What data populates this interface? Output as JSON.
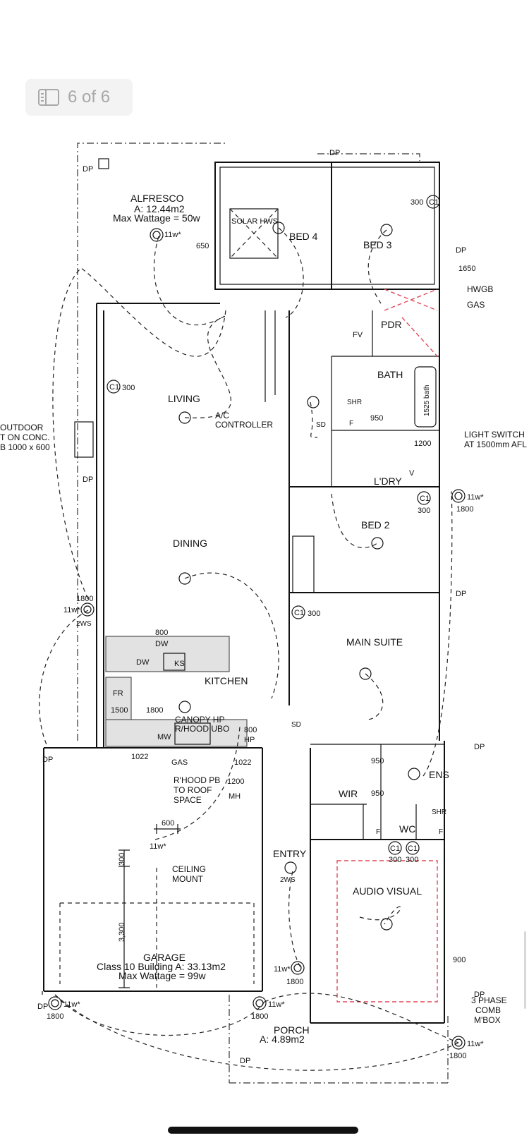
{
  "viewer": {
    "page_indicator": "6 of 6",
    "icon": "sidebar-icon"
  },
  "plan": {
    "rooms": {
      "alfresco": {
        "name": "ALFRESCO",
        "area": "A: 12.44m2",
        "wattage": "Max Wattage = 50w"
      },
      "bed4": "BED 4",
      "bed3": "BED 3",
      "living": "LIVING",
      "dining": "DINING",
      "kitchen": "KITCHEN",
      "bath": "BATH",
      "pdr": "PDR",
      "laundry": "L'DRY",
      "bed2": "BED 2",
      "main_suite": "MAIN SUITE",
      "wir": "WIR",
      "ens": "ENS",
      "wc": "WC",
      "entry": "ENTRY",
      "audio_visual": "AUDIO VISUAL",
      "garage": {
        "name": "GARAGE",
        "area": "Class 10 Building A: 33.13m2",
        "wattage": "Max Wattage = 99w"
      },
      "porch": {
        "name": "PORCH",
        "area": "A: 4.89m2"
      }
    },
    "labels": {
      "solar_hws": "SOLAR HWS",
      "ac_controller_1": "A/C",
      "ac_controller_2": "CONTROLLER",
      "outdoor_1": "OUTDOOR",
      "outdoor_2": "T ON CONC.",
      "outdoor_3": "B 1000 x 600",
      "light_switch_1": "LIGHT SWITCH",
      "light_switch_2": "AT 1500mm AFL",
      "hwgb": "HWGB",
      "gas": "GAS",
      "canopy_1": "CANOPY HP",
      "canopy_2": "R/HOOD UBO",
      "rhood_1": "R'HOOD PB",
      "rhood_2": "TO ROOF",
      "rhood_3": "SPACE",
      "ceiling_1": "CEILING",
      "ceiling_2": "MOUNT",
      "meter_1": "3 PHASE",
      "meter_2": "COMB",
      "meter_3": "M'BOX",
      "bath_tub": "1525 bath",
      "fv": "FV",
      "mh": "MH",
      "sd": "SD",
      "shr": "SHR",
      "fr": "FR",
      "dw": "DW",
      "ks": "KS",
      "mw": "MW",
      "gas_hob": "GAS",
      "hp": "HP",
      "v": "V",
      "f": "F",
      "dp": "DP",
      "c1": "C1",
      "w11": "11w*",
      "ws2": "2WS"
    },
    "dims": {
      "d300": "300",
      "d650": "650",
      "d1650": "1650",
      "d950": "950",
      "d1200": "1200",
      "d1800": "1800",
      "d800": "800",
      "d1500": "1500",
      "d1022": "1022",
      "d600": "600",
      "d3300": "3,300",
      "d900": "900"
    }
  },
  "colors": {
    "line": "#111111",
    "red_dash": "#e04a5a",
    "badge_bg": "#f3f3f3",
    "badge_text": "#a8a8a8"
  }
}
